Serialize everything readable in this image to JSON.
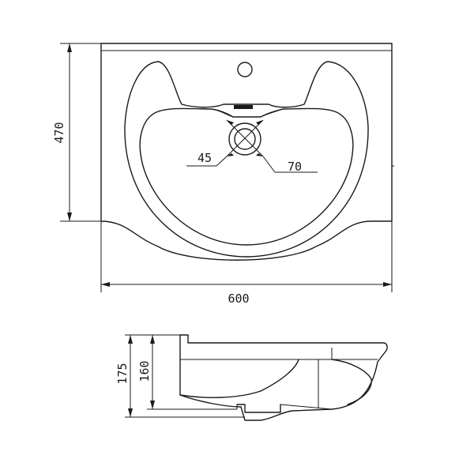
{
  "top_view": {
    "width_label": "600",
    "depth_label": "470",
    "drain_inner_label": "45",
    "drain_outer_label": "70"
  },
  "side_view": {
    "total_height_label": "175",
    "bowl_height_label": "160"
  }
}
